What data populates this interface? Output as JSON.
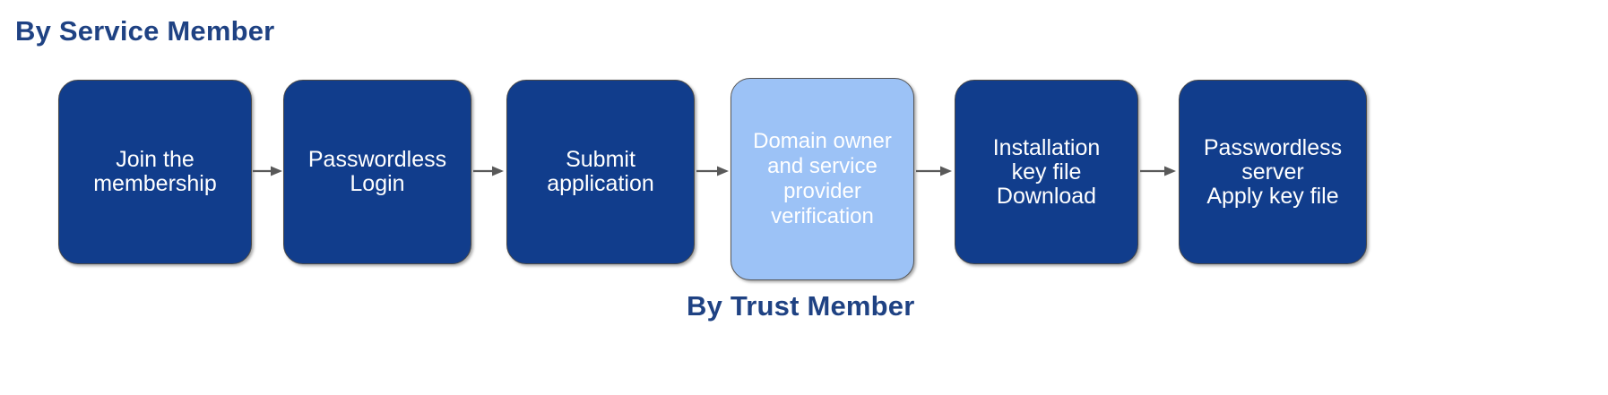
{
  "diagram": {
    "title_top": "By Service Member",
    "title_bottom": "By Trust Member",
    "accent_color": "#1F4283",
    "node_fill_dark": "#113D8C",
    "node_fill_light": "#9CC2F6",
    "node_text_color": "#FFFFFF",
    "arrow_color": "#595959",
    "background": "#FFFFFF",
    "type": "horizontal-process-flow",
    "step_count": 6,
    "arrow_count": 5,
    "nodes": [
      {
        "id": "step-1",
        "label": "Join the\nmembership",
        "lines": [
          "Join the",
          "membership"
        ],
        "style": "dark",
        "owner": "service-member"
      },
      {
        "id": "step-2",
        "label": "Passwordless\nLogin",
        "lines": [
          "Passwordless",
          "Login"
        ],
        "style": "dark",
        "owner": "service-member"
      },
      {
        "id": "step-3",
        "label": "Submit\napplication",
        "lines": [
          "Submit",
          "application"
        ],
        "style": "dark",
        "owner": "service-member"
      },
      {
        "id": "step-4",
        "label": "Domain owner\nand  service\nprovider\nverification",
        "lines": [
          "Domain owner",
          "and  service",
          "provider",
          "verification"
        ],
        "style": "light",
        "owner": "trust-member"
      },
      {
        "id": "step-5",
        "label": "Installation\nkey file\nDownload",
        "lines": [
          "Installation",
          "key file",
          "Download"
        ],
        "style": "dark",
        "owner": "service-member"
      },
      {
        "id": "step-6",
        "label": "Passwordless\nserver\nApply key file",
        "lines": [
          "Passwordless",
          "server",
          "Apply key file"
        ],
        "style": "dark",
        "owner": "service-member"
      }
    ],
    "connectors": [
      {
        "id": "arrow-1",
        "from": "step-1",
        "to": "step-2",
        "icon": "arrow-right-icon"
      },
      {
        "id": "arrow-2",
        "from": "step-2",
        "to": "step-3",
        "icon": "arrow-right-icon"
      },
      {
        "id": "arrow-3",
        "from": "step-3",
        "to": "step-4",
        "icon": "arrow-right-icon"
      },
      {
        "id": "arrow-4",
        "from": "step-4",
        "to": "step-5",
        "icon": "arrow-right-icon"
      },
      {
        "id": "arrow-5",
        "from": "step-5",
        "to": "step-6",
        "icon": "arrow-right-icon"
      }
    ]
  }
}
